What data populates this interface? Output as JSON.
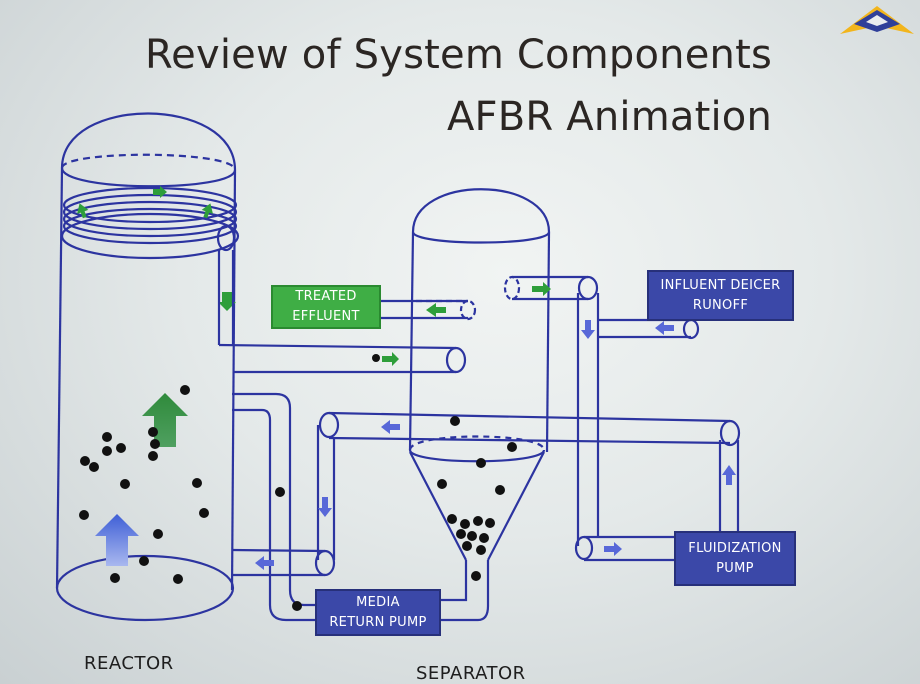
{
  "slide": {
    "title_line1": "Review of System Components",
    "title_line2": "AFBR Animation"
  },
  "labels": {
    "treated_effluent": "TREATED\nEFFLUENT",
    "influent_deicer_runoff": "INFLUENT DEICER\nRUNOFF",
    "fluidization_pump": "FLUIDIZATION\nPUMP",
    "media_return_pump": "MEDIA\nRETURN PUMP",
    "reactor": "REACTOR",
    "separator": "SEPARATOR"
  },
  "colors": {
    "pipe_outline": "#2c34a0",
    "flow_blue": "#5868d8",
    "flow_green": "#2e9e3a",
    "box_blue": "#3b48a8",
    "box_green": "#3fae45",
    "media_particle": "#111111"
  },
  "icons": [
    "logo-icon",
    "flow-arrow-icon",
    "up-arrow-icon"
  ]
}
